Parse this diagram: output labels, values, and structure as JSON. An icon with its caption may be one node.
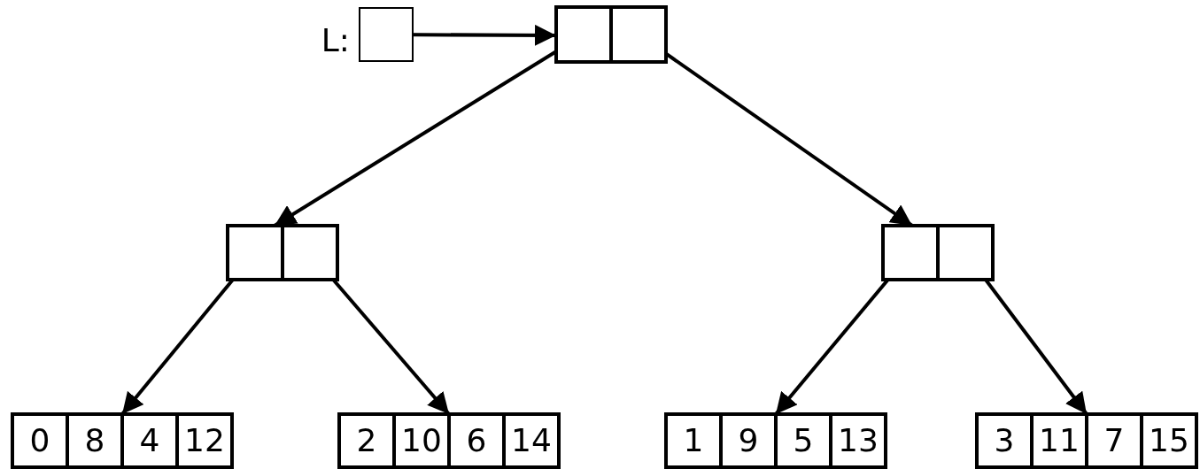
{
  "diagram": {
    "nodes": [
      {
        "text": [],
        "shape": "box",
        "beside": [
          "L:"
        ]
      },
      {
        "text": [],
        "shape": "box"
      },
      {
        "text": [],
        "shape": "box",
        "in": 1
      },
      {
        "text": [],
        "shape": "box",
        "in": 1
      },
      {
        "text": [],
        "shape": "box"
      },
      {
        "text": [],
        "shape": "box",
        "in": 4
      },
      {
        "text": [],
        "shape": "box",
        "in": 4
      },
      {
        "text": [],
        "shape": "box"
      },
      {
        "text": [],
        "shape": "box",
        "in": 7
      },
      {
        "text": [],
        "shape": "box",
        "in": 7
      },
      {
        "text": [],
        "shape": "box"
      },
      {
        "text": [
          "0"
        ],
        "in": 10
      },
      {
        "text": [
          "8"
        ],
        "in": 10
      },
      {
        "text": [
          "4"
        ],
        "in": 10
      },
      {
        "text": [
          "12"
        ],
        "in": 10
      },
      {
        "text": [],
        "shape": "box"
      },
      {
        "text": [
          "2"
        ],
        "in": 15
      },
      {
        "text": [
          "10"
        ],
        "in": 15
      },
      {
        "text": [
          "6"
        ],
        "in": 15
      },
      {
        "text": [
          "14"
        ],
        "in": 15
      },
      {
        "text": [],
        "shape": "box"
      },
      {
        "text": [
          "1"
        ],
        "in": 20
      },
      {
        "text": [
          "9"
        ],
        "in": 20
      },
      {
        "text": [
          "5"
        ],
        "in": 20
      },
      {
        "text": [
          "13"
        ],
        "in": 20
      },
      {
        "text": [],
        "shape": "box"
      },
      {
        "text": [
          "3"
        ],
        "in": 25
      },
      {
        "text": [
          "11"
        ],
        "in": 25
      },
      {
        "text": [
          "7"
        ],
        "in": 25
      },
      {
        "text": [
          "15"
        ],
        "in": 25
      }
    ],
    "edges": [
      {
        "from": 0,
        "to": 1,
        "arrow": "to"
      },
      {
        "from": 2,
        "to": 4,
        "arrow": "to"
      },
      {
        "from": 3,
        "to": 7,
        "arrow": "to"
      },
      {
        "from": 5,
        "to": 10,
        "arrow": "to"
      },
      {
        "from": 6,
        "to": 15,
        "arrow": "to"
      },
      {
        "from": 8,
        "to": 20,
        "arrow": "to"
      },
      {
        "from": 9,
        "to": 25,
        "arrow": "to"
      }
    ]
  }
}
